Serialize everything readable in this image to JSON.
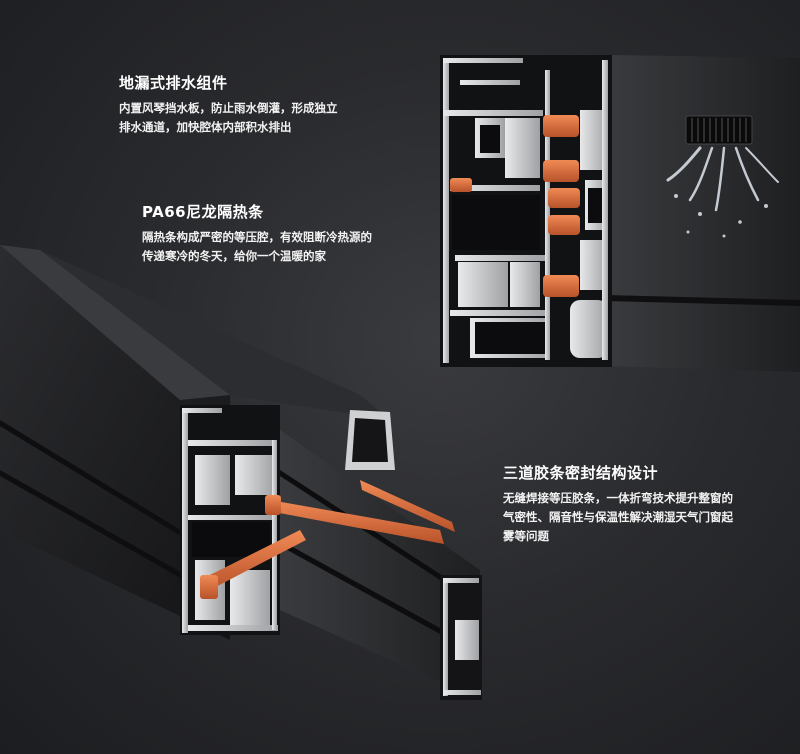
{
  "callouts": {
    "drainage": {
      "title": "地漏式排水组件",
      "lines": [
        "内置风琴挡水板，防止雨水倒灌，形成独立",
        "排水通道，加快腔体内部积水排出"
      ]
    },
    "thermal": {
      "title": "PA66尼龙隔热条",
      "lines": [
        "隔热条构成严密的等压腔，有效阻断冷热源的",
        "传递寒冷的冬天，给你一个温暖的家"
      ]
    },
    "seal": {
      "title": "三道胶条密封结构设计",
      "lines": [
        "无缝焊接等压胶条，一体折弯技术提升整窗的",
        "气密性、隔音性与保温性解决潮湿天气门窗起",
        "雾等问题"
      ]
    }
  },
  "icons": {
    "drain": "drain-vent-icon",
    "water": "water-splash-icon"
  },
  "colors": {
    "background": "#2a2b2e",
    "profile_dark": "#1a1a1c",
    "aluminum": "#c9cacc",
    "thermal_strip": "#d76a3a"
  }
}
